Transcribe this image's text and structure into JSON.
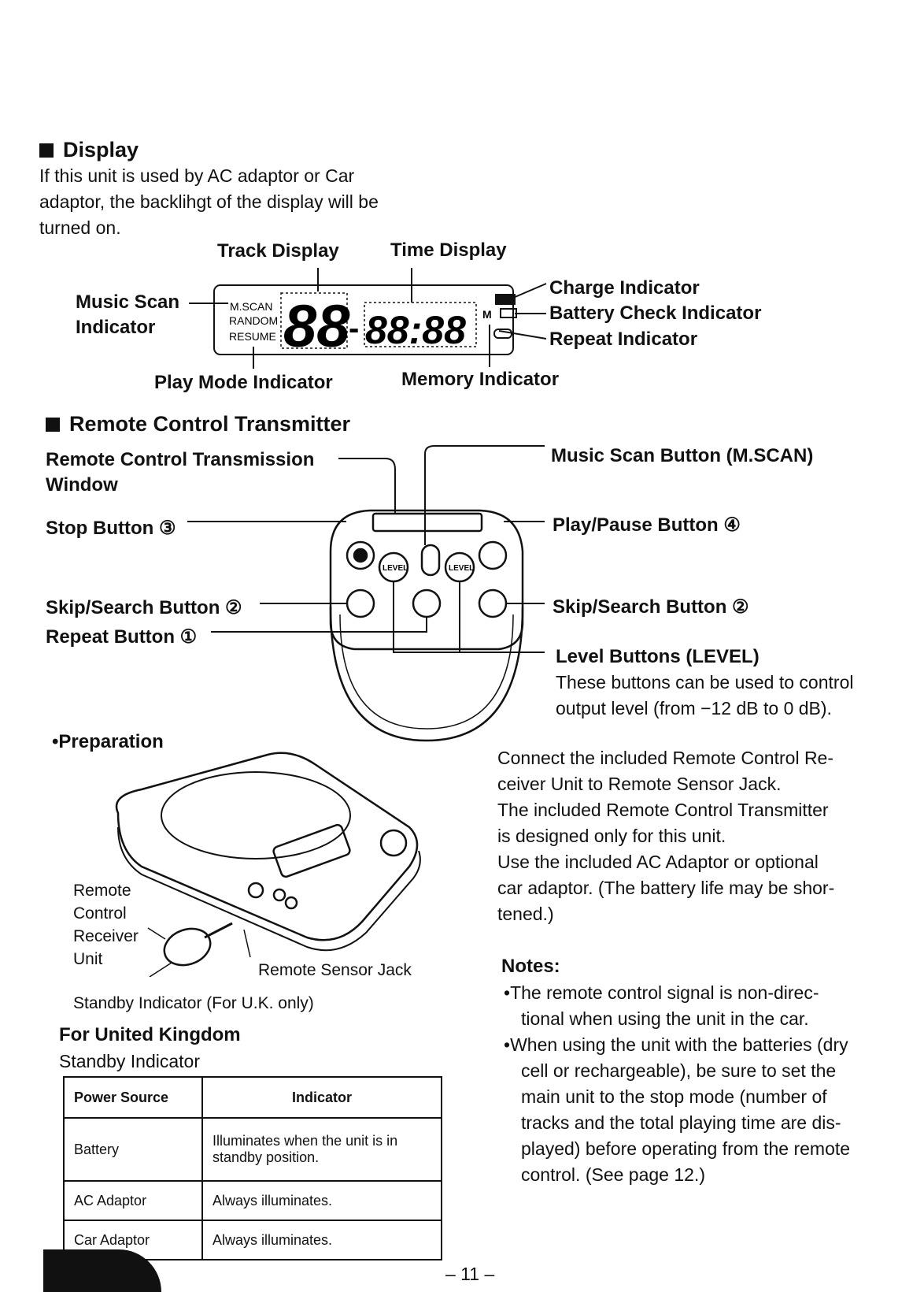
{
  "display": {
    "heading": "Display",
    "intro": [
      "If this unit is used by AC adaptor or Car",
      "adaptor, the backlihgt of the display will be",
      "turned on."
    ],
    "labels": {
      "track_display": "Track Display",
      "time_display": "Time Display",
      "music_scan_indicator": [
        "Music Scan",
        "Indicator"
      ],
      "charge_indicator": "Charge Indicator",
      "battery_check_indicator": "Battery Check Indicator",
      "repeat_indicator": "Repeat Indicator",
      "play_mode_indicator": "Play Mode Indicator",
      "memory_indicator": "Memory Indicator"
    },
    "lcd": {
      "mscan": "M.SCAN",
      "random": "RANDOM",
      "resume": "RESUME",
      "track": "88",
      "dash": "-",
      "time": "88:88",
      "m": "M"
    }
  },
  "remote": {
    "heading": "Remote Control Transmitter",
    "labels": {
      "transmission_window": [
        "Remote Control Transmission",
        "Window"
      ],
      "stop_button": "Stop Button ③",
      "skip_search_left": "Skip/Search Button ②",
      "repeat_button": "Repeat Button ①",
      "music_scan_button": "Music Scan Button (M.SCAN)",
      "play_pause_button": "Play/Pause Button ④",
      "skip_search_right": "Skip/Search Button ②",
      "level_buttons": "Level Buttons (LEVEL)",
      "level_desc": [
        "These buttons can be used to control",
        "output level (from −12 dB to 0 dB)."
      ]
    },
    "level_text": "LEVEL"
  },
  "preparation": {
    "heading": "Preparation",
    "remote_receiver": [
      "Remote",
      "Control",
      "Receiver",
      "Unit"
    ],
    "sensor_jack": "Remote Sensor Jack",
    "standby_indicator": "Standby Indicator (For U.K. only)",
    "text": [
      "Connect the included Remote Control Re-",
      "ceiver Unit to Remote Sensor Jack.",
      "The included Remote Control Transmitter",
      "is designed only for this unit.",
      "Use the included AC Adaptor or optional",
      "car adaptor. (The battery life may be shor-",
      "tened.)"
    ]
  },
  "uk": {
    "heading": "For United Kingdom",
    "subheading": "Standby Indicator",
    "table": {
      "headers": [
        "Power Source",
        "Indicator"
      ],
      "rows": [
        [
          "Battery",
          "Illuminates when the unit is in standby position."
        ],
        [
          "AC Adaptor",
          "Always illuminates."
        ],
        [
          "Car Adaptor",
          "Always illuminates."
        ]
      ]
    }
  },
  "notes": {
    "heading": "Notes:",
    "items": [
      [
        "The remote control signal is non-direc-",
        "tional when using the unit in the car."
      ],
      [
        "When using the unit with the batteries (dry",
        "cell or rechargeable), be sure to set the",
        "main unit to the stop mode (number of",
        "tracks and the total playing time are dis-",
        "played) before operating from the remote",
        "control. (See page 12.)"
      ]
    ]
  },
  "page_number": "– 11 –"
}
